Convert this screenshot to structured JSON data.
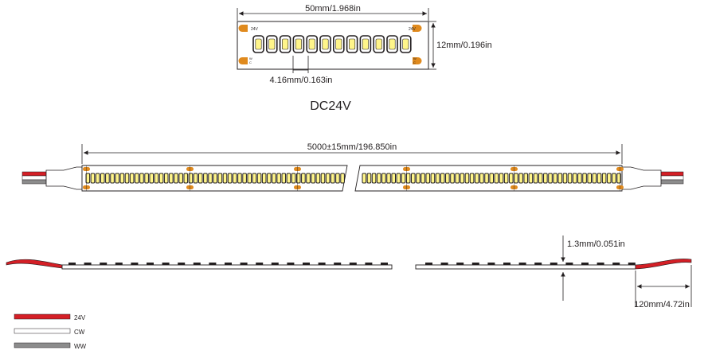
{
  "diagram": {
    "segment": {
      "width_label": "50mm/1.968in",
      "height_label": "12mm/0.196in",
      "pitch_label": "4.16mm/0.163in",
      "pad_label": "24V",
      "pad_side_labels": [
        "W",
        "C"
      ]
    },
    "voltage_title": "DC24V",
    "full_strip": {
      "length_label": "5000±15mm/196.850in"
    },
    "side_view": {
      "thickness_label": "1.3mm/0.051in",
      "lead_length_label": "120mm/4.72in"
    },
    "wire_legend": [
      {
        "label": "24V",
        "color": "#d41f26"
      },
      {
        "label": "CW",
        "color": "#ffffff"
      },
      {
        "label": "WW",
        "color": "#8c8c8c"
      }
    ],
    "colors": {
      "line": "#231f20",
      "led_fill": "#fff58a",
      "pad": "#e08a1e",
      "wire_red": "#d41f26",
      "wire_gray": "#8c8c8c"
    }
  }
}
